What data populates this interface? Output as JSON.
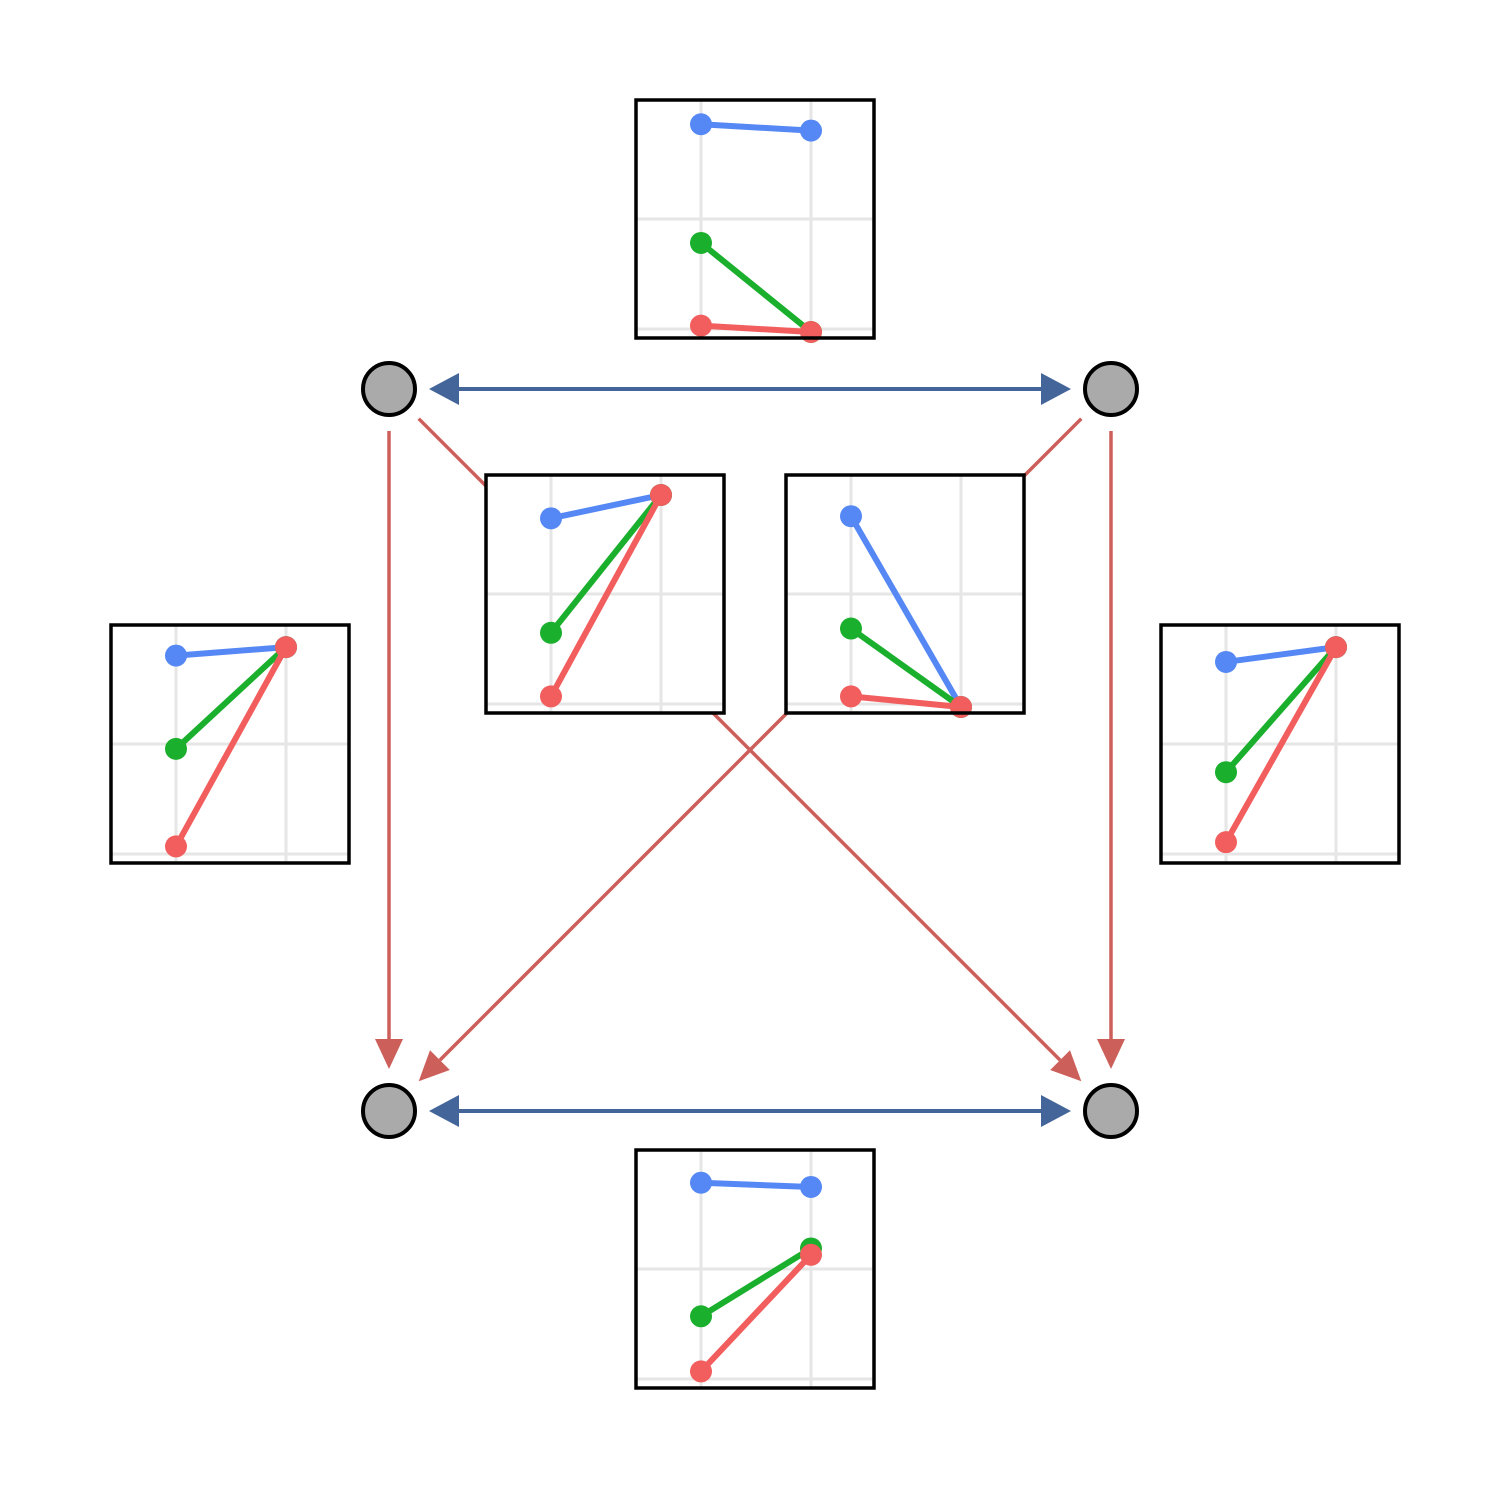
{
  "colors": {
    "background": "#ffffff",
    "node_fill": "#aaaaaa",
    "node_stroke": "#000000",
    "bidirectional_edge": "#44659a",
    "directed_edge": "#cd5f5a",
    "grid": "#e6e6e6",
    "panel_border": "#000000",
    "series": {
      "blue": "#5588f5",
      "green": "#1aaf2c",
      "red": "#f25e5e"
    }
  },
  "nodes": [
    {
      "id": "top-left"
    },
    {
      "id": "top-right"
    },
    {
      "id": "bottom-left"
    },
    {
      "id": "bottom-right"
    }
  ],
  "edges": [
    {
      "from": "top-left",
      "to": "top-right",
      "type": "bidirectional"
    },
    {
      "from": "bottom-left",
      "to": "bottom-right",
      "type": "bidirectional"
    },
    {
      "from": "top-left",
      "to": "bottom-left",
      "type": "directed"
    },
    {
      "from": "top-right",
      "to": "bottom-right",
      "type": "directed"
    },
    {
      "from": "top-left",
      "to": "bottom-right",
      "type": "directed"
    },
    {
      "from": "top-right",
      "to": "bottom-left",
      "type": "directed"
    }
  ],
  "panels": [
    {
      "id": "top-edge-panel",
      "series": [
        {
          "color": "blue",
          "y": [
            0.98,
            0.95
          ]
        },
        {
          "color": "green",
          "y": [
            0.42,
            0.0
          ]
        },
        {
          "color": "red",
          "y": [
            0.03,
            0.0
          ]
        }
      ]
    },
    {
      "id": "left-panel",
      "series": [
        {
          "color": "blue",
          "y": [
            0.95,
            0.99
          ]
        },
        {
          "color": "green",
          "y": [
            0.51,
            0.99
          ]
        },
        {
          "color": "red",
          "y": [
            0.05,
            0.99
          ]
        }
      ]
    },
    {
      "id": "right-panel",
      "series": [
        {
          "color": "blue",
          "y": [
            0.92,
            0.99
          ]
        },
        {
          "color": "green",
          "y": [
            0.4,
            0.99
          ]
        },
        {
          "color": "red",
          "y": [
            0.07,
            0.99
          ]
        }
      ]
    },
    {
      "id": "center-left-panel",
      "series": [
        {
          "color": "blue",
          "y": [
            0.89,
            1.0
          ]
        },
        {
          "color": "green",
          "y": [
            0.35,
            1.0
          ]
        },
        {
          "color": "red",
          "y": [
            0.05,
            1.0
          ]
        }
      ]
    },
    {
      "id": "center-right-panel",
      "series": [
        {
          "color": "blue",
          "y": [
            0.9,
            0.0
          ]
        },
        {
          "color": "green",
          "y": [
            0.37,
            0.0
          ]
        },
        {
          "color": "red",
          "y": [
            0.05,
            0.0
          ]
        }
      ]
    },
    {
      "id": "bottom-edge-panel",
      "series": [
        {
          "color": "blue",
          "y": [
            0.94,
            0.92
          ]
        },
        {
          "color": "green",
          "y": [
            0.31,
            0.63
          ]
        },
        {
          "color": "red",
          "y": [
            0.05,
            0.6
          ]
        }
      ]
    }
  ]
}
